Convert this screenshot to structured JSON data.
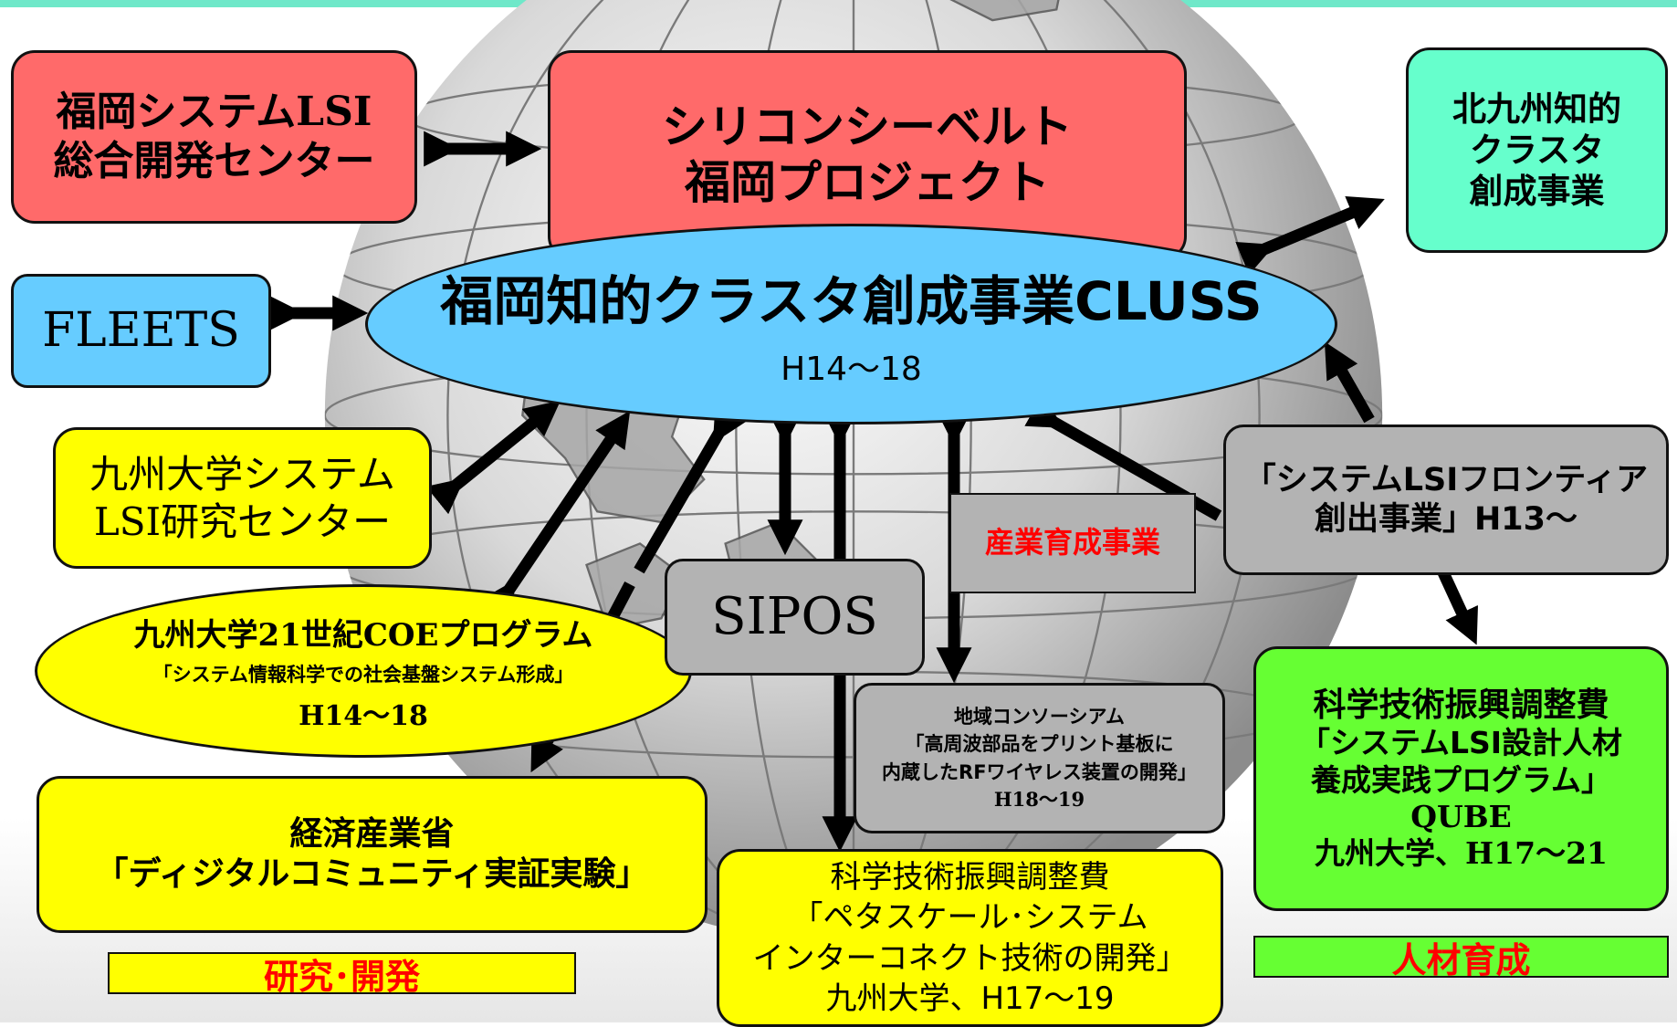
{
  "colors": {
    "red_box": "#ff6a6a",
    "blue_box": "#66ccff",
    "yellow_box": "#ffff00",
    "gray_box": "#b3b3b3",
    "mint_box": "#66ffcc",
    "green_box": "#66ff33",
    "label_text": "#ff0000",
    "top_bar": "#6fe8c9"
  },
  "nodes": {
    "fukuoka_lsi": {
      "line1": "福岡システムLSI",
      "line2": "総合開発センター"
    },
    "silicon_seabelt": {
      "line1": "シリコンシーベルト",
      "line2": "福岡プロジェクト"
    },
    "kitakyushu": {
      "line1": "北九州知的",
      "line2": "クラスタ",
      "line3": "創成事業"
    },
    "fleets": {
      "label": "FLEETS"
    },
    "cluss": {
      "title": "福岡知的クラスタ創成事業CLUSS",
      "period": "H14～18"
    },
    "kyushu_lsi_center": {
      "line1": "九州大学システム",
      "line2": "LSI研究センター"
    },
    "coe": {
      "line1": "九州大学21世紀COEプログラム",
      "line2": "「システム情報科学での社会基盤システム形成」",
      "line3": "H14～18"
    },
    "sipos": {
      "label": "SIPOS"
    },
    "sangyo": {
      "label": "産業育成事業"
    },
    "frontier": {
      "line1": "「システムLSIフロンティア",
      "line2": "創出事業」H13～"
    },
    "consortium": {
      "line1": "地域コンソーシアム",
      "line2": "「高周波部品をプリント基板に",
      "line3": "内蔵したRFワイヤレス装置の開発」",
      "line4": "H18～19"
    },
    "meti": {
      "line1": "経済産業省",
      "line2": "「ディジタルコミュニティ実証実験」"
    },
    "qube": {
      "line1": "科学技術振興調整費",
      "line2": "「システムLSI設計人材",
      "line3": "養成実践プログラム」",
      "line4": "QUBE",
      "line5": "九州大学、H17～21"
    },
    "petascale": {
      "line1": "科学技術振興調整費",
      "line2": "「ペタスケール･システム",
      "line3": "インターコネクト技術の開発」",
      "line4": "九州大学、H17～19"
    }
  },
  "labels": {
    "research": "研究･開発",
    "talent": "人材育成"
  }
}
